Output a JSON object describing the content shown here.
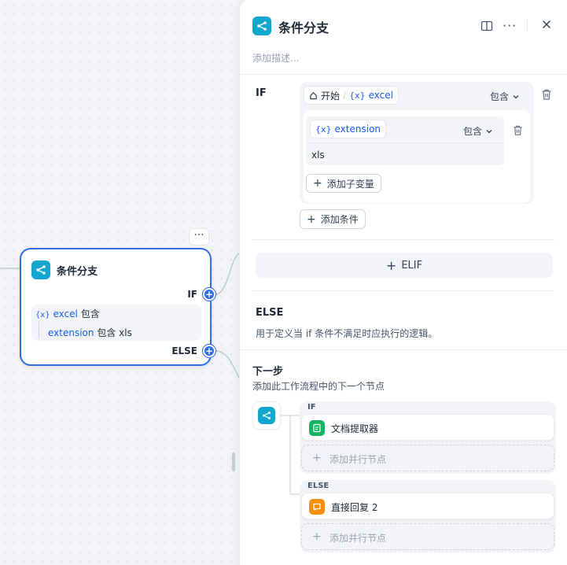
{
  "node": {
    "title": "条件分支",
    "more_label": "···",
    "if_label": "IF",
    "else_label": "ELSE",
    "cond_var_prefix": "{x}",
    "cond_var": "excel",
    "cond_op": "包含",
    "sub_var": "extension",
    "sub_op": "包含",
    "sub_val": "xls",
    "accent": "#2f6be8"
  },
  "panel": {
    "title": "条件分支",
    "desc_placeholder": "添加描述...",
    "if_label": "IF",
    "condition": {
      "source_label": "开始",
      "var_prefix": "{x}",
      "var": "excel",
      "operator": "包含",
      "sub": {
        "var_prefix": "{x}",
        "var": "extension",
        "operator": "包含",
        "value": "xls"
      },
      "add_sub_var_label": "添加子变量"
    },
    "add_condition_label": "添加条件",
    "elif_label": "ELIF",
    "else_label": "ELSE",
    "else_desc": "用于定义当 if 条件不满足时应执行的逻辑。",
    "next_step": {
      "title": "下一步",
      "desc": "添加此工作流程中的下一个节点",
      "branches": [
        {
          "label": "IF",
          "node_label": "文档提取器",
          "node_color": "#16b364",
          "add_parallel_label": "添加并行节点"
        },
        {
          "label": "ELSE",
          "node_label": "直接回复 2",
          "node_color": "#f79009",
          "add_parallel_label": "添加并行节点"
        }
      ]
    }
  },
  "colors": {
    "node_icon": "#13a7cf",
    "primary": "#2f6be8"
  }
}
